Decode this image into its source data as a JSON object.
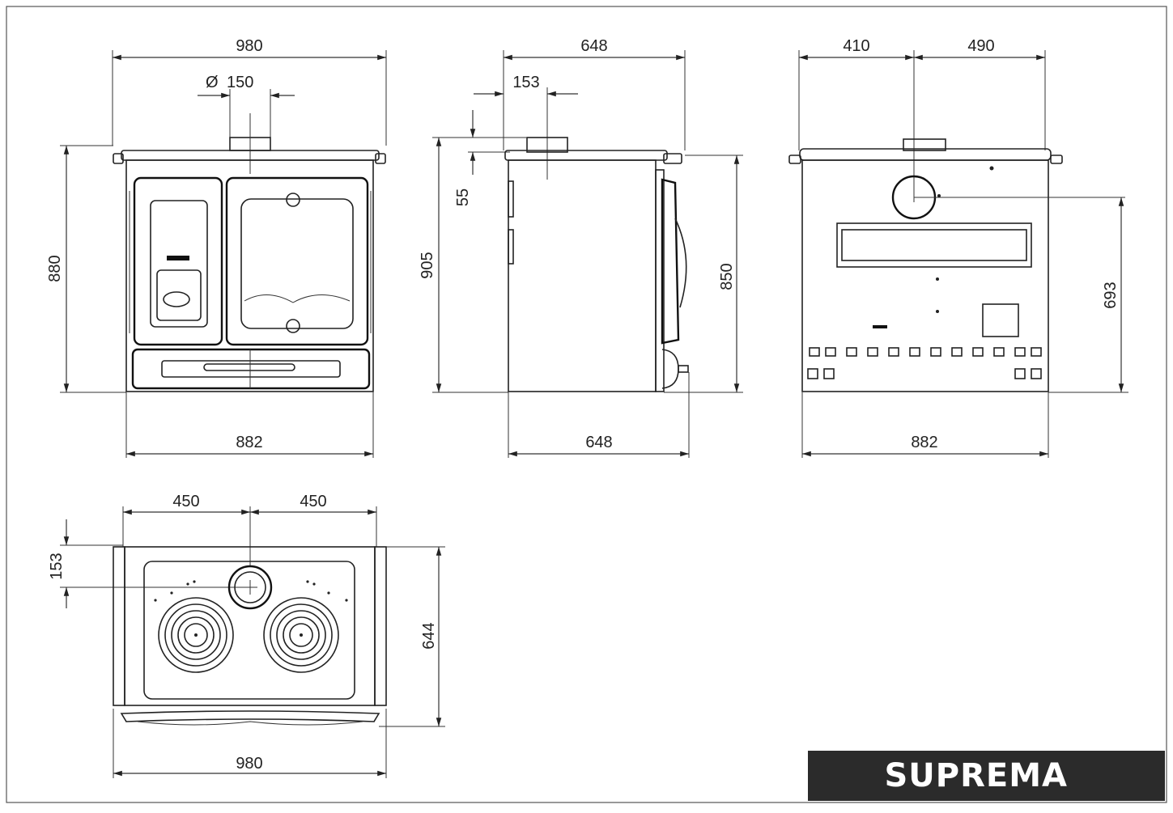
{
  "title": "SUPREMA",
  "front_view": {
    "width_top": "980",
    "flue_diameter": "150",
    "diameter_symbol": "Ø",
    "height": "880",
    "width_bottom": "882"
  },
  "side_view": {
    "depth_top": "648",
    "flue_offset": "153",
    "flue_height": "55",
    "height_total": "905",
    "height_body": "850",
    "depth_bottom": "648"
  },
  "back_view": {
    "left_offset": "410",
    "right_offset": "490",
    "flue_height": "693",
    "width_bottom": "882"
  },
  "top_view": {
    "left_half": "450",
    "right_half": "450",
    "flue_offset": "153",
    "depth": "644",
    "width": "980"
  }
}
